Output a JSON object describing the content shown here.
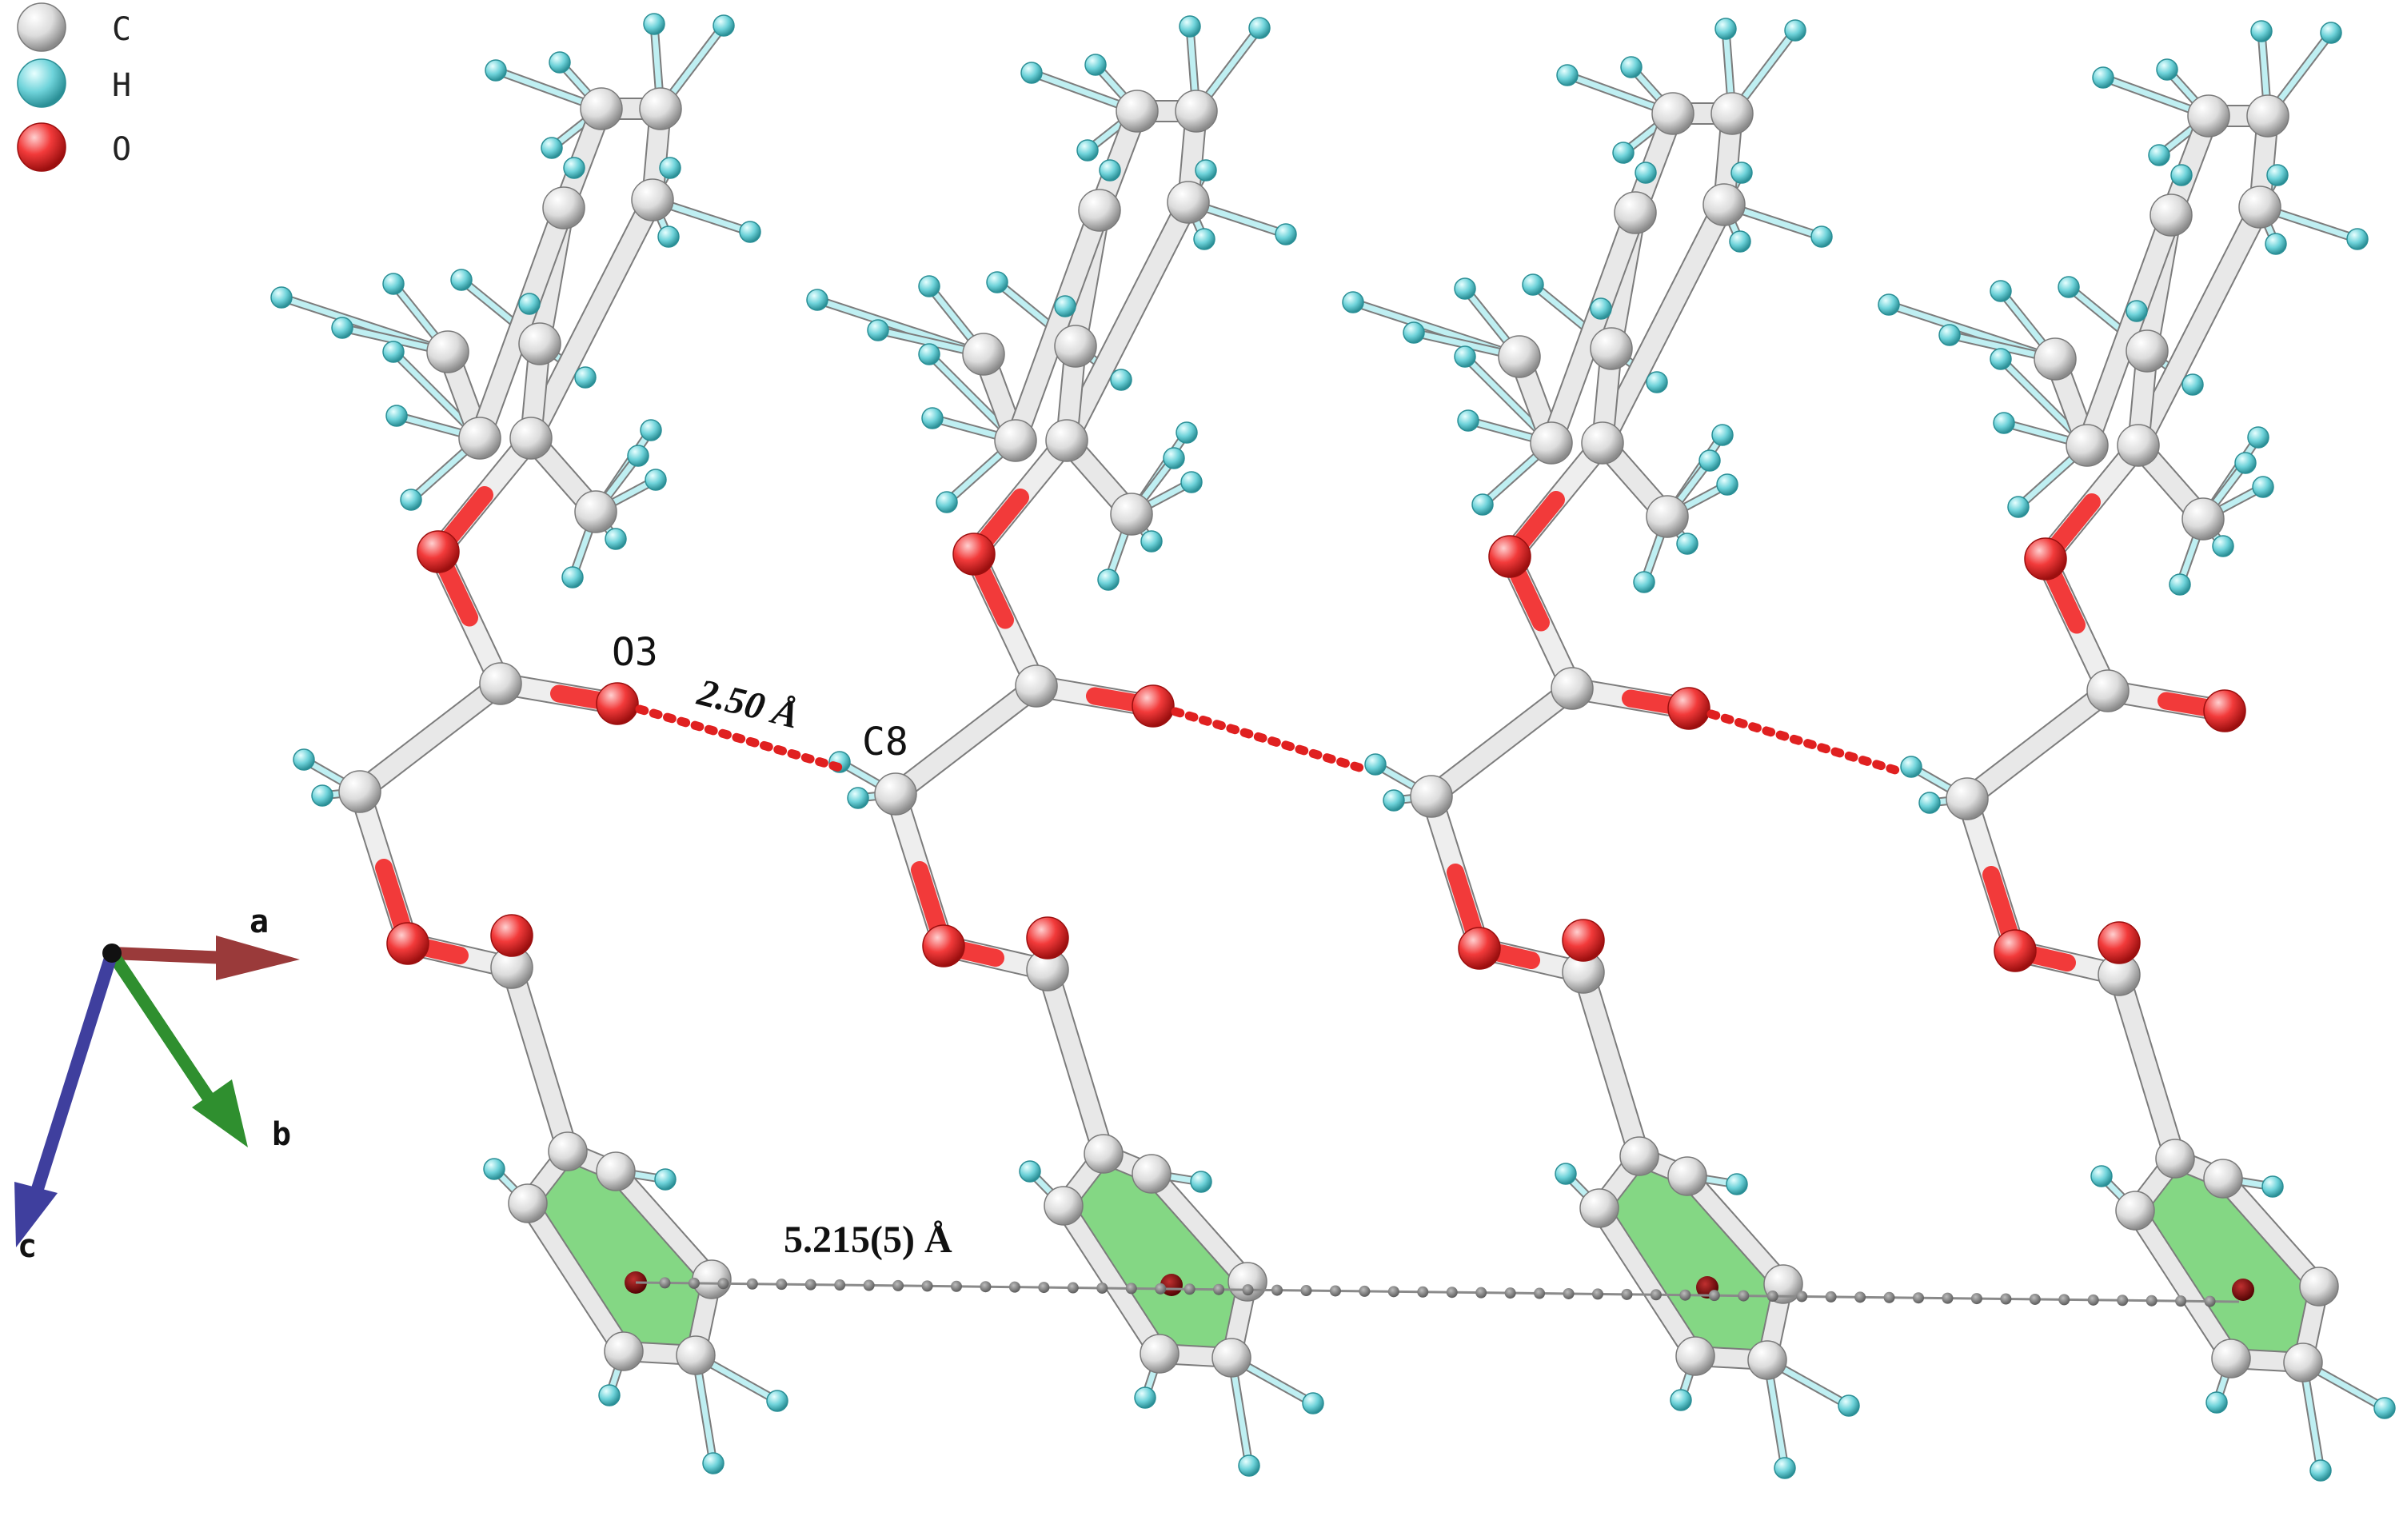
{
  "legend": [
    {
      "symbol": "C",
      "color": "#d9d9d9",
      "name": "carbon"
    },
    {
      "symbol": "H",
      "color": "#5ccfd6",
      "name": "hydrogen"
    },
    {
      "symbol": "O",
      "color": "#f23a3a",
      "name": "oxygen"
    }
  ],
  "labels": {
    "o3": "O3",
    "c8": "C8",
    "hbond_distance": "2.50 Å",
    "stacking_distance": "5.215(5) Å"
  },
  "axes": {
    "a": {
      "label": "a",
      "color": "#9a3a3a"
    },
    "b": {
      "label": "b",
      "color": "#2f8f2f"
    },
    "c": {
      "label": "c",
      "color": "#3f3f9e"
    }
  },
  "molecule_count": 4,
  "colors": {
    "carbon": "#d9d9d9",
    "carbon_shade": "#8c8c8c",
    "hydrogen": "#5ccfd6",
    "oxygen": "#f23a3a",
    "ring_fill": "#6fd06f",
    "hbond": "#e02020",
    "stacking": "#7a7a7a"
  }
}
